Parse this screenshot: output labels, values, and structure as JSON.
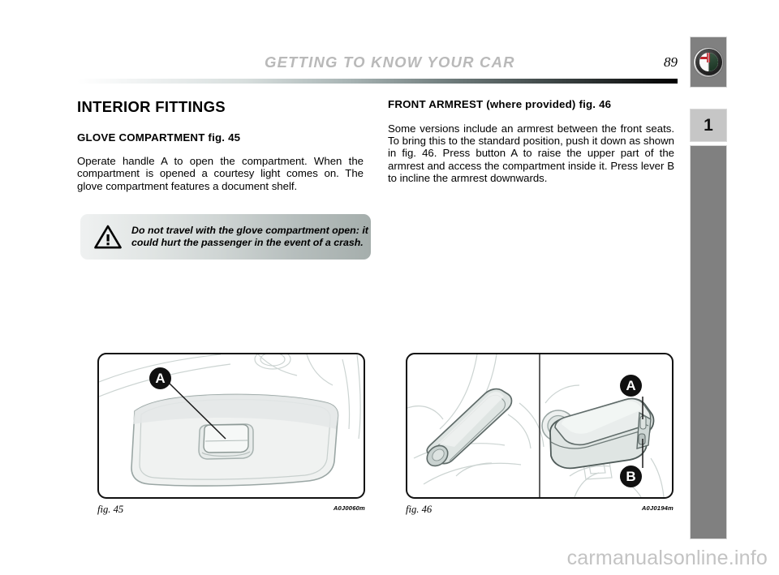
{
  "header": {
    "title": "GETTING TO KNOW YOUR CAR",
    "page_number": "89"
  },
  "sidebar": {
    "logo_name": "alfa-romeo-logo",
    "chapter_number": "1"
  },
  "left_column": {
    "section_title": "INTERIOR FITTINGS",
    "subsection_title": "GLOVE COMPARTMENT fig. 45",
    "body": "Operate handle A to open the compartment. When the compartment is opened a courtesy light comes on.\nThe glove compartment features a document shelf.",
    "warning": {
      "icon": "warning-triangle-icon",
      "text": "Do not travel with the glove compartment open: it could hurt the passenger in the event of a crash."
    }
  },
  "right_column": {
    "subsection_title": "FRONT ARMREST (where provided) fig. 46",
    "body": "Some versions include an armrest between the front seats.\nTo bring this to the standard position, push it down as shown in fig. 46.\nPress button A to raise the upper part of the armrest and access the compartment inside it. Press lever B to incline the armrest downwards."
  },
  "figures": [
    {
      "caption": "fig. 45",
      "code": "A0J0060m",
      "callouts": [
        "A"
      ],
      "subject": "glove-compartment-illustration"
    },
    {
      "caption": "fig. 46",
      "code": "A0J0194m",
      "callouts": [
        "A",
        "B"
      ],
      "subject": "front-armrest-illustration"
    }
  ],
  "watermark": "carmanualsonline.info",
  "colors": {
    "sidebar_dark": "#808080",
    "sidebar_light": "#c6c6c6",
    "header_title": "#b9b9b9",
    "warning_bg_left": "#eff1f1",
    "warning_bg_right": "#a5aeac",
    "watermark": "#c3c3c3"
  }
}
